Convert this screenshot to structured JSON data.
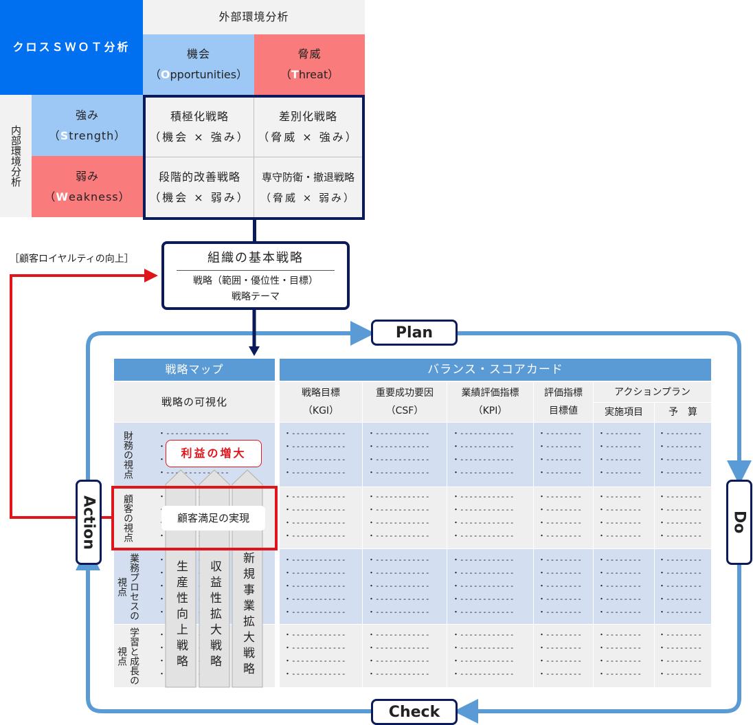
{
  "swot": {
    "title": "クロスＳＷＯＴ分析",
    "external": "外部環境分析",
    "internal": "内部環境分析",
    "opportunity": {
      "label": "機会",
      "paren_open": "（",
      "initial": "O",
      "rest": "pportunities）"
    },
    "threat": {
      "label": "脅威",
      "paren_open": "（",
      "initial": "T",
      "rest": "hreat）"
    },
    "strength": {
      "label": "強み",
      "paren_open": "（",
      "initial": "S",
      "rest": "trength）"
    },
    "weakness": {
      "label": "弱み",
      "paren_open": "（",
      "initial": "W",
      "rest": "eakness）"
    },
    "so": {
      "title": "積極化戦略",
      "sub": "（機会 × 強み）"
    },
    "st": {
      "title": "差別化戦略",
      "sub": "（脅威 × 強み）"
    },
    "wo": {
      "title": "段階的改善戦略",
      "sub": "（機会 × 弱み）"
    },
    "wt": {
      "title": "専守防衛・撤退戦略",
      "sub": "（脅威 × 弱み）"
    }
  },
  "basic_strategy": {
    "title": "組織の基本戦略",
    "line1": "戦略（範囲・優位性・目標）",
    "line2": "戦略テーマ"
  },
  "loyalty_label": "［顧客ロイヤルティの向上］",
  "cycle": {
    "plan": "Plan",
    "do": "Do",
    "check": "Check",
    "action": "Action"
  },
  "map": {
    "header": "戦略マップ",
    "subheader": "戦略の可視化",
    "perspectives": [
      "財務の視点",
      "顧客の視点",
      "業務プロセスの視点",
      "学習と成長の視点"
    ],
    "profit": "利益の増大",
    "satisfaction": "顧客満足の実現",
    "strategies": [
      "生産性向上戦略",
      "収益性拡大戦略",
      "新規事業拡大戦略"
    ]
  },
  "bsc": {
    "header": "バランス・スコアカード",
    "columns": [
      {
        "top": "戦略目標",
        "bottom": "（KGI）"
      },
      {
        "top": "重要成功要因",
        "bottom": "（CSF）"
      },
      {
        "top": "業績評価指標",
        "bottom": "（KPI）"
      },
      {
        "top": "評価指標",
        "bottom": "目標値"
      }
    ],
    "action_plan": "アクションプラン",
    "action_sub": [
      "実施項目",
      "予　算"
    ]
  },
  "colors": {
    "blue": "#0070f0",
    "light_blue": "#9dc8f5",
    "red": "#fa7b7b",
    "navy": "#0b1a5a",
    "loop": "#5b9bd5",
    "table_head": "#5b9bd5",
    "row_blue": "#d3dff0",
    "row_gray": "#efefef"
  }
}
